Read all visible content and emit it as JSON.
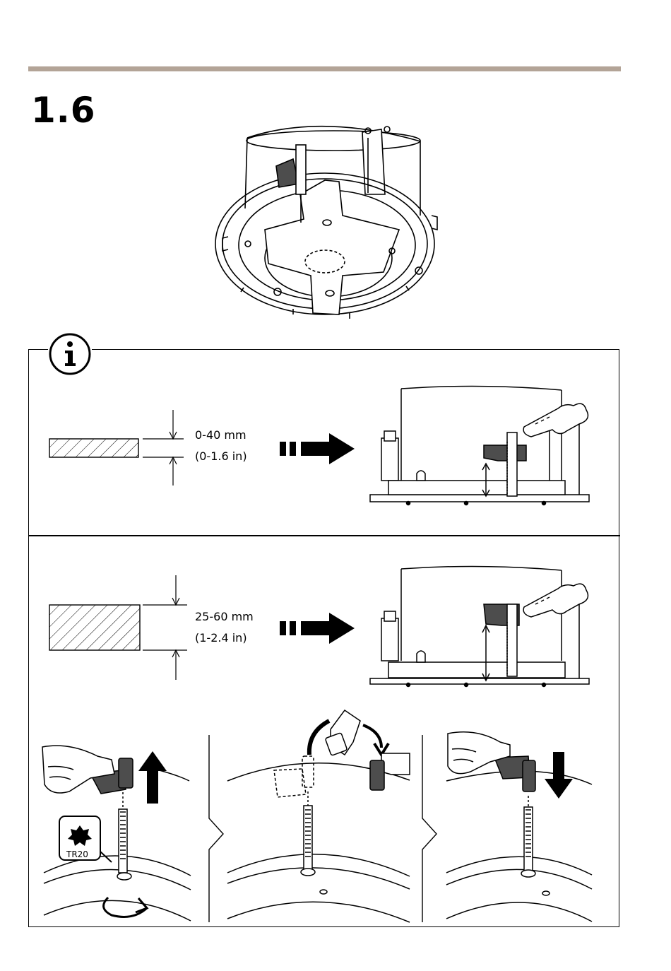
{
  "header": {
    "section_number": "1.6",
    "rule_color": "#b3a497"
  },
  "info_box": {
    "icon": "info-icon",
    "row1": {
      "thickness_mm": "0-40 mm",
      "thickness_in": "(0-1.6 in)"
    },
    "row2": {
      "thickness_mm": "25-60 mm",
      "thickness_in": "(1-2.4 in)"
    },
    "steps": {
      "tool_label": "TR20"
    }
  }
}
